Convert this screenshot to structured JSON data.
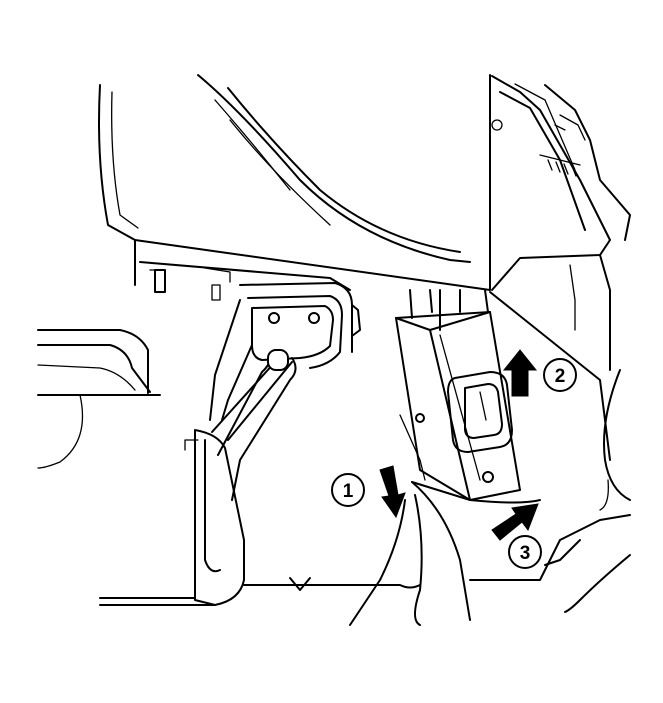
{
  "callouts": [
    {
      "number": "1",
      "direction": "down"
    },
    {
      "number": "2",
      "direction": "up"
    },
    {
      "number": "3",
      "direction": "up-right"
    }
  ],
  "colors": {
    "line": "#000000",
    "background": "#ffffff"
  }
}
